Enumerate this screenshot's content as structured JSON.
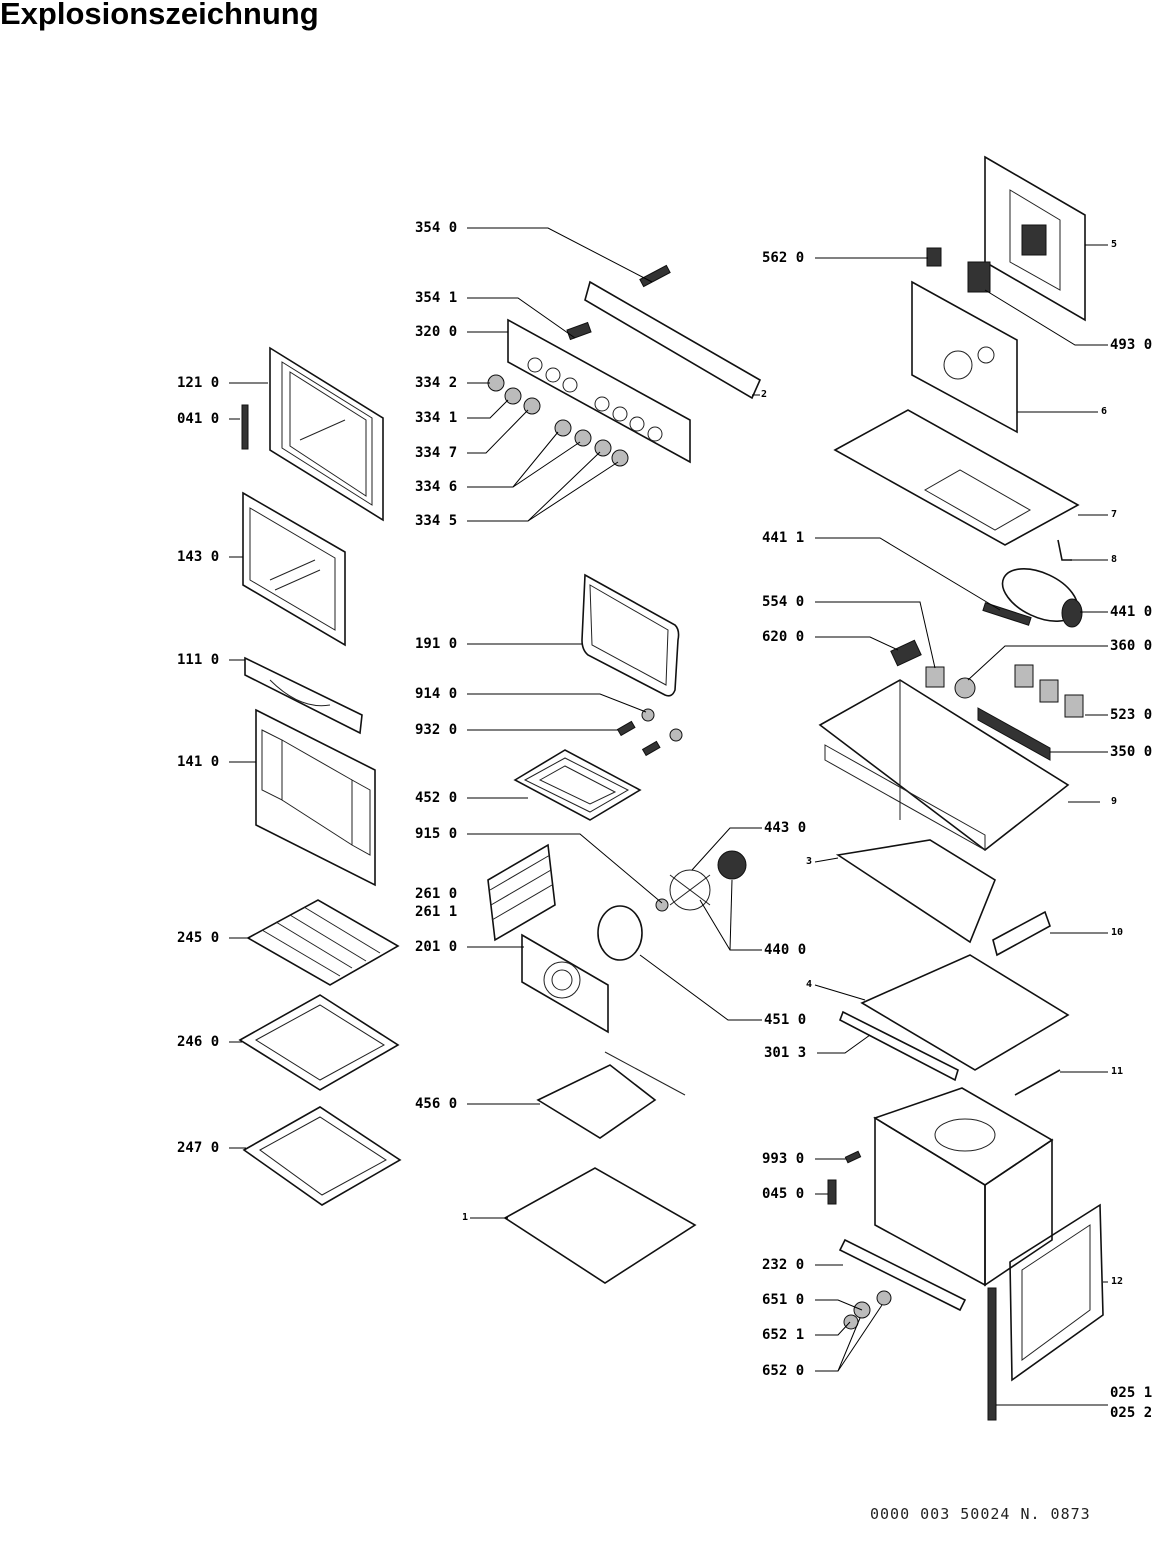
{
  "title": "Explosionszeichnung",
  "footer": "0000 003 50024   N. 0873",
  "labels": {
    "p354_0": "354 0",
    "p354_1": "354 1",
    "p320_0": "320 0",
    "p334_2": "334 2",
    "p334_1": "334 1",
    "p334_7": "334 7",
    "p334_6": "334 6",
    "p334_5": "334 5",
    "p121_0": "121 0",
    "p041_0": "041 0",
    "p143_0": "143 0",
    "p111_0": "111 0",
    "p141_0": "141 0",
    "p245_0": "245 0",
    "p246_0": "246 0",
    "p247_0": "247 0",
    "p191_0": "191 0",
    "p914_0": "914 0",
    "p932_0": "932 0",
    "p452_0": "452 0",
    "p915_0": "915 0",
    "p261_0": "261 0",
    "p261_1": "261 1",
    "p201_0": "201 0",
    "p456_0": "456 0",
    "n1": "1",
    "p443_0": "443 0",
    "p440_0": "440 0",
    "p451_0": "451 0",
    "p301_3": "301 3",
    "p562_0": "562 0",
    "n5": "5",
    "p493_0": "493 0",
    "n2": "2",
    "n6": "6",
    "n7": "7",
    "n8": "8",
    "p441_1": "441 1",
    "p441_0": "441 0",
    "p554_0": "554 0",
    "p620_0": "620 0",
    "p360_0": "360 0",
    "p523_0": "523 0",
    "p350_0": "350 0",
    "n9": "9",
    "n3": "3",
    "n10": "10",
    "n4": "4",
    "n11": "11",
    "p993_0": "993 0",
    "p045_0": "045 0",
    "p232_0": "232 0",
    "p651_0": "651 0",
    "p652_1": "652 1",
    "p652_0": "652 0",
    "n12": "12",
    "p025_1": "025 1",
    "p025_2": "025 2"
  }
}
